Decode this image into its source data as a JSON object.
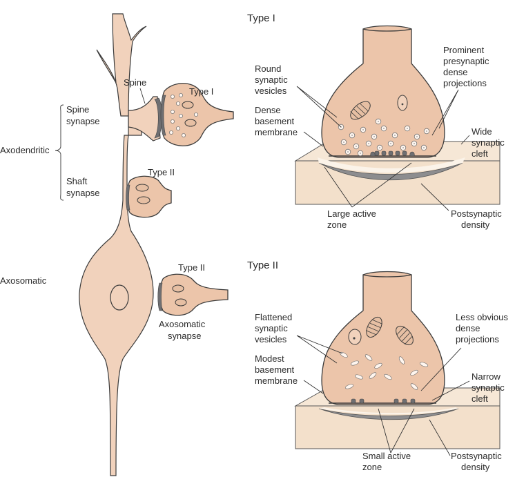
{
  "labels": {
    "axodendritic": "Axodendritic",
    "axosomatic": "Axosomatic",
    "spine": "Spine",
    "spine_synapse": [
      "Spine",
      "synapse"
    ],
    "shaft_synapse": [
      "Shaft",
      "synapse"
    ],
    "left_type_i": "Type I",
    "left_type_ii_shaft": "Type II",
    "left_type_ii_soma": "Type II",
    "axosomatic_synapse": [
      "Axosomatic",
      "synapse"
    ]
  },
  "type_i_panel": {
    "title": "Type I",
    "round_vesicles": [
      "Round",
      "synaptic",
      "vesicles"
    ],
    "dense_basement": [
      "Dense",
      "basement",
      "membrane"
    ],
    "prominent_projections": [
      "Prominent",
      "presynaptic",
      "dense",
      "projections"
    ],
    "wide_cleft": [
      "Wide",
      "synaptic",
      "cleft"
    ],
    "large_active_zone": [
      "Large active",
      "zone"
    ],
    "postsynaptic_density": [
      "Postsynaptic",
      "density"
    ]
  },
  "type_ii_panel": {
    "title": "Type II",
    "flattened_vesicles": [
      "Flattened",
      "synaptic",
      "vesicles"
    ],
    "modest_basement": [
      "Modest",
      "basement",
      "membrane"
    ],
    "less_obvious_projections": [
      "Less obvious",
      "dense",
      "projections"
    ],
    "narrow_cleft": [
      "Narrow",
      "synaptic",
      "cleft"
    ],
    "small_active_zone": [
      "Small active",
      "zone"
    ],
    "postsynaptic_density": [
      "Postsynaptic",
      "density"
    ]
  },
  "colors": {
    "cell_fill": "#f1d2bc",
    "terminal_fill": "#ecc5aa",
    "density_gray": "#8d8d8f",
    "outline": "#3a3a3a"
  }
}
